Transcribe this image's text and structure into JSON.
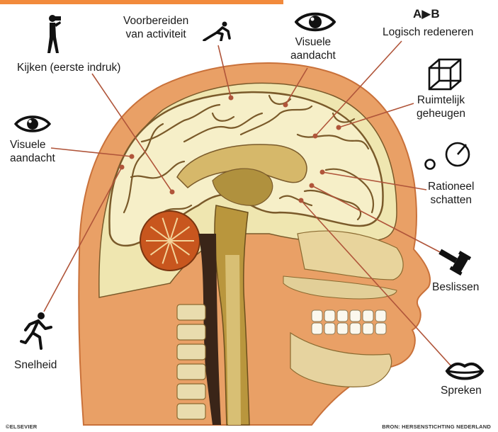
{
  "colors": {
    "skin": "#e9a066",
    "skin_dark": "#c9713a",
    "skull": "#efe6b0",
    "brain": "#f6efc8",
    "brain_line": "#7a5a2a",
    "cerebellum": "#c8561e",
    "brainstem": "#b9963d",
    "leader": "#b0553a",
    "icon": "#111111"
  },
  "labels": {
    "kijken": "Kijken (eerste indruk)",
    "voorbereiden_1": "Voorbereiden",
    "voorbereiden_2": "van activiteit",
    "visuele_top_1": "Visuele",
    "visuele_top_2": "aandacht",
    "logisch_icon": "A▶B",
    "logisch": "Logisch redeneren",
    "visuele_left_1": "Visuele",
    "visuele_left_2": "aandacht",
    "ruimtelijk_1": "Ruimtelijk",
    "ruimtelijk_2": "geheugen",
    "rationeel_1": "Rationeel",
    "rationeel_2": "schatten",
    "beslissen": "Beslissen",
    "snelheid": "Snelheid",
    "spreken": "Spreken"
  },
  "credits": {
    "left": "©ELSEVIER",
    "right": "BRON: HERSENSTICHTING NEDERLAND"
  },
  "icons": [
    "binoculars-icon",
    "crouching-figure-icon",
    "eye-icon",
    "eye-icon",
    "a-to-b-icon",
    "cube-icon",
    "ratio-circles-icon",
    "gavel-icon",
    "runner-icon",
    "lips-icon"
  ]
}
